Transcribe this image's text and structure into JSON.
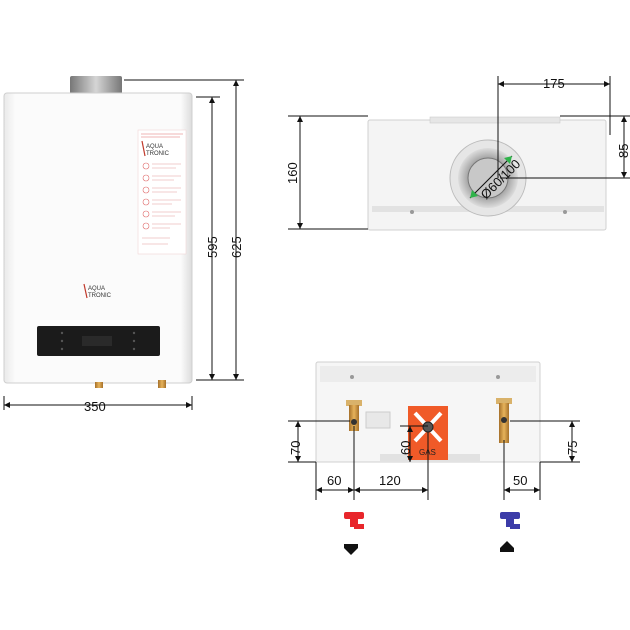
{
  "front_view": {
    "brand_line1": "AQUA",
    "brand_line2": "TRONIC",
    "panel_brand_line1": "AQUA",
    "panel_brand_line2": "TRONIC",
    "width_label": "350",
    "height_inner_label": "595",
    "height_total_label": "625"
  },
  "top_view": {
    "offset_label": "175",
    "depth_label": "160",
    "flue_depth_label": "85",
    "flue_diameter_label": "Ø60/100"
  },
  "bottom_view": {
    "left_height_label": "70",
    "gas_height_label": "60",
    "right_height_label": "75",
    "left_offset_label": "60",
    "gas_offset_label": "120",
    "right_offset_label": "50",
    "gas_text": "GAS"
  },
  "legend": {
    "hot_tap_icon": "red-tap-icon",
    "hot_arrow_icon": "arrow-down-icon",
    "cold_tap_icon": "blue-tap-icon",
    "cold_arrow_icon": "arrow-up-icon"
  },
  "colors": {
    "hot": "#e8262b",
    "cold": "#3b3ba8",
    "gas_plate": "#f05a28",
    "accent_red": "#c0392b"
  }
}
